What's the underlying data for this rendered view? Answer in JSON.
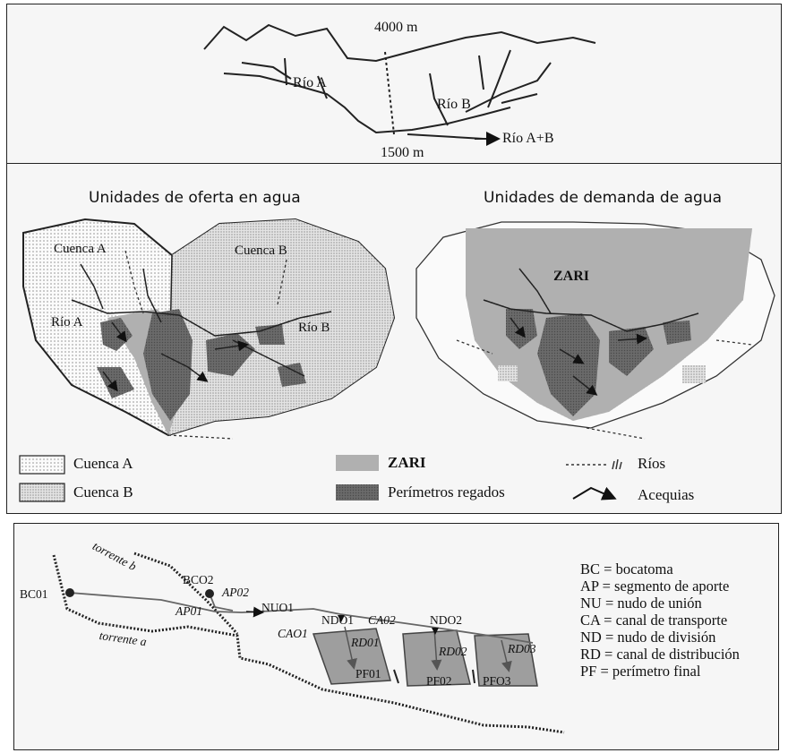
{
  "profile": {
    "elev_top": "4000 m",
    "elev_bottom": "1500 m",
    "rio_a": "Río A",
    "rio_b": "Río B",
    "rio_ab": "Río A+B"
  },
  "maps": {
    "left_title": "Unidades de oferta en agua",
    "right_title": "Unidades de demanda de agua",
    "cuenca_a": "Cuenca A",
    "cuenca_b": "Cuenca B",
    "rio_a": "Río A",
    "rio_b": "Río B",
    "zari": "ZARI"
  },
  "legend": {
    "cuenca_a": "Cuenca A",
    "cuenca_b": "Cuenca B",
    "zari": "ZARI",
    "perimetros": "Perímetros regados",
    "rios": "Ríos",
    "acequias": "Acequias"
  },
  "network": {
    "torrente_a": "torrente a",
    "torrente_b": "torrente b",
    "bc01": "BC01",
    "bco2": "BCO2",
    "ap01": "AP01",
    "ap02": "AP02",
    "nuo1": "NUO1",
    "cao1": "CAO1",
    "ndo1": "NDO1",
    "ca02": "CA02",
    "ndo2": "NDO2",
    "rd01": "RD01",
    "rd02": "RD02",
    "rd03": "RD03",
    "pf01": "PF01",
    "pf02": "PF02",
    "pfo3": "PFO3",
    "abbreviations": [
      "BC = bocatoma",
      "AP = segmento de aporte",
      "NU = nudo de unión",
      "CA = canal de transporte",
      "ND = nudo de división",
      "RD = canal de distribución",
      "PF = perímetro final"
    ]
  }
}
